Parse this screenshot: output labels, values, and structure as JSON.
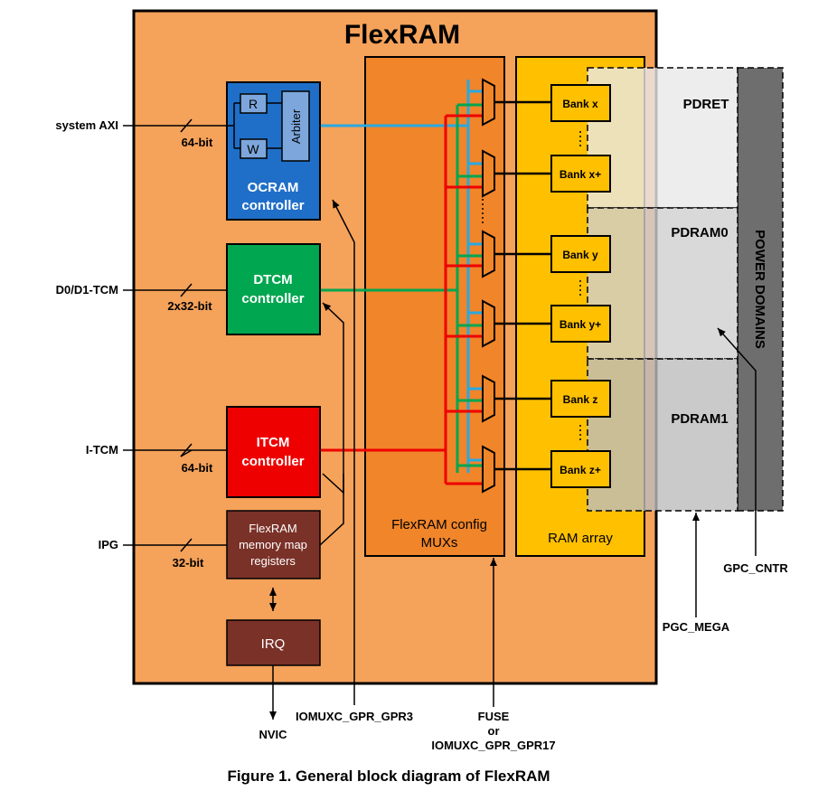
{
  "title": "FlexRAM",
  "caption": "Figure 1.  General block diagram of FlexRAM",
  "inputs": {
    "system_axi": {
      "label": "system AXI",
      "width": "64-bit"
    },
    "d0_d1_tcm": {
      "label": "D0/D1-TCM",
      "width": "2x32-bit"
    },
    "i_tcm": {
      "label": "I-TCM",
      "width": "64-bit"
    },
    "ipg": {
      "label": "IPG",
      "width": "32-bit"
    }
  },
  "ocram": {
    "r": "R",
    "w": "W",
    "arbiter": "Arbiter",
    "line1": "OCRAM",
    "line2": "controller"
  },
  "dtcm": {
    "line1": "DTCM",
    "line2": "controller"
  },
  "itcm": {
    "line1": "ITCM",
    "line2": "controller"
  },
  "regs": {
    "line1": "FlexRAM",
    "line2": "memory map",
    "line3": "registers"
  },
  "irq": "IRQ",
  "mux": {
    "line1": "FlexRAM config",
    "line2": "MUXs"
  },
  "ram": {
    "label": "RAM array",
    "banks": [
      "Bank x",
      "Bank x+",
      "Bank y",
      "Bank y+",
      "Bank z",
      "Bank z+"
    ]
  },
  "domains": {
    "pdret": "PDRET",
    "pdram0": "PDRAM0",
    "pdram1": "PDRAM1",
    "power": "POWER DOMAINS"
  },
  "signals": {
    "gpc_cntr": "GPC_CNTR",
    "pgc_mega": "PGC_MEGA",
    "nvic": "NVIC",
    "gpr3": "IOMUXC_GPR_GPR3",
    "fuse1": "FUSE",
    "fuse2": "or",
    "fuse3": "IOMUXC_GPR_GPR17"
  },
  "colors": {
    "outer": "#f5a25a",
    "mux": "#f0852a",
    "ram": "#ffc000",
    "ocram": "#1f6fc8",
    "dtcm": "#00a650",
    "itcm": "#ee0000",
    "regs": "#7a3128",
    "blue_bus": "#2aa8e0",
    "green_bus": "#00a650",
    "red_bus": "#ee0000",
    "power": "#6e6e6e"
  }
}
